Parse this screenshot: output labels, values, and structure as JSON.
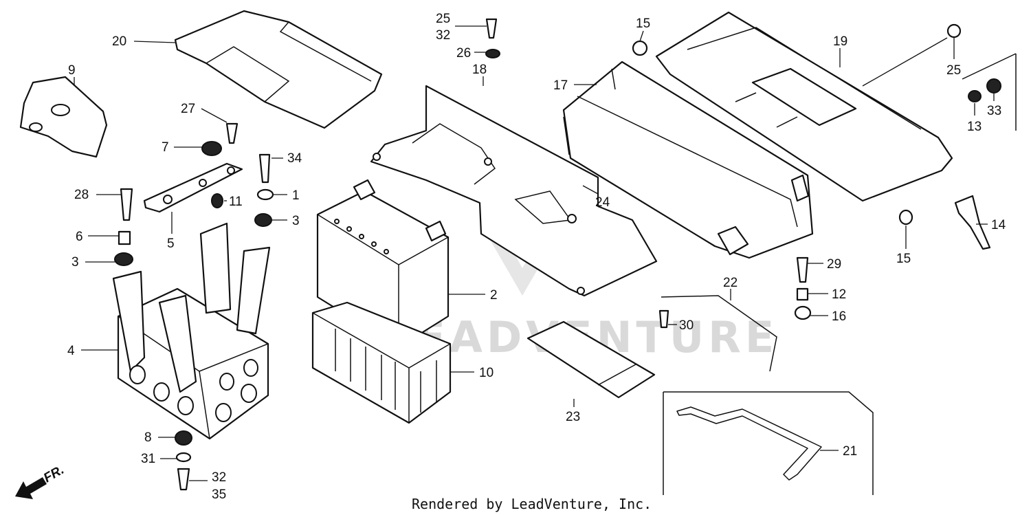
{
  "diagram": {
    "watermark": "LEADVENTURE",
    "credit": "Rendered by LeadVenture, Inc.",
    "direction_label": "FR.",
    "callouts": [
      {
        "id": "20",
        "text": "20"
      },
      {
        "id": "9",
        "text": "9"
      },
      {
        "id": "27",
        "text": "27"
      },
      {
        "id": "7",
        "text": "7"
      },
      {
        "id": "34",
        "text": "34"
      },
      {
        "id": "28",
        "text": "28"
      },
      {
        "id": "11",
        "text": "11"
      },
      {
        "id": "1",
        "text": "1"
      },
      {
        "id": "3a",
        "text": "3"
      },
      {
        "id": "6",
        "text": "6"
      },
      {
        "id": "5",
        "text": "5"
      },
      {
        "id": "3b",
        "text": "3"
      },
      {
        "id": "4",
        "text": "4"
      },
      {
        "id": "8",
        "text": "8"
      },
      {
        "id": "31",
        "text": "31"
      },
      {
        "id": "32a",
        "text": "32"
      },
      {
        "id": "35",
        "text": "35"
      },
      {
        "id": "25a",
        "text": "25"
      },
      {
        "id": "32b",
        "text": "32"
      },
      {
        "id": "26",
        "text": "26"
      },
      {
        "id": "18",
        "text": "18"
      },
      {
        "id": "2",
        "text": "2"
      },
      {
        "id": "10",
        "text": "10"
      },
      {
        "id": "24",
        "text": "24"
      },
      {
        "id": "23",
        "text": "23"
      },
      {
        "id": "15a",
        "text": "15"
      },
      {
        "id": "17",
        "text": "17"
      },
      {
        "id": "19",
        "text": "19"
      },
      {
        "id": "25b",
        "text": "25"
      },
      {
        "id": "13",
        "text": "13"
      },
      {
        "id": "33",
        "text": "33"
      },
      {
        "id": "14",
        "text": "14"
      },
      {
        "id": "15b",
        "text": "15"
      },
      {
        "id": "29",
        "text": "29"
      },
      {
        "id": "12",
        "text": "12"
      },
      {
        "id": "16",
        "text": "16"
      },
      {
        "id": "22",
        "text": "22"
      },
      {
        "id": "30",
        "text": "30"
      },
      {
        "id": "21",
        "text": "21"
      }
    ]
  }
}
